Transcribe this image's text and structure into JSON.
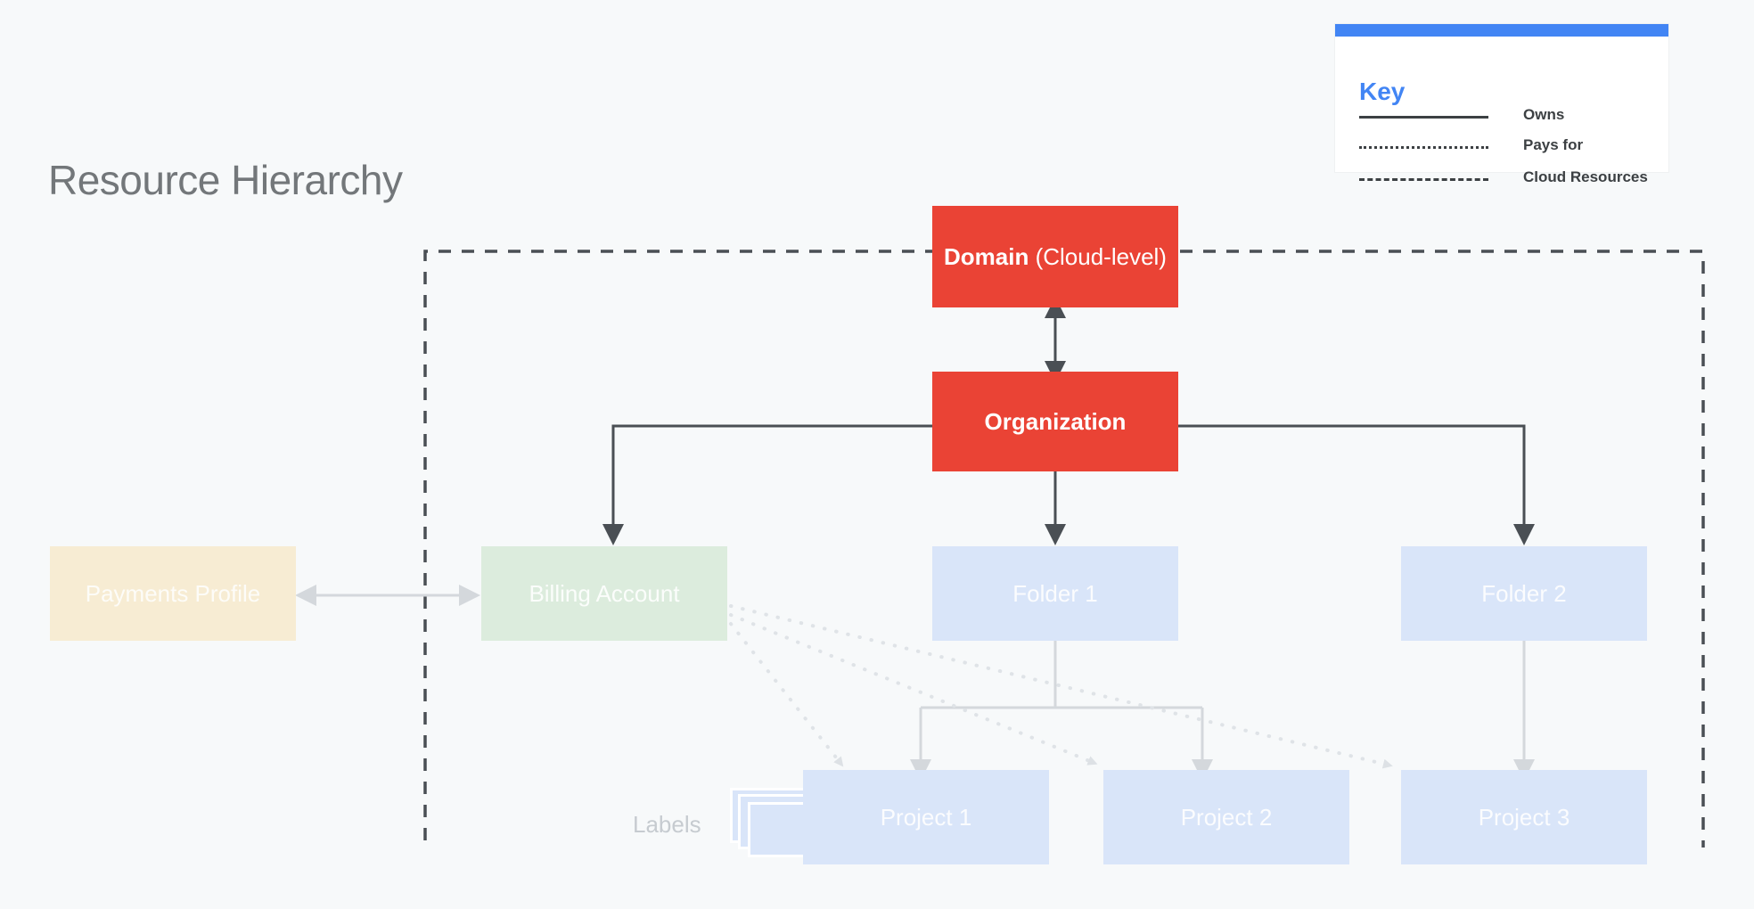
{
  "page": {
    "title": "Resource Hierarchy",
    "background_color": "#f7f9fa",
    "title_color": "#73777a"
  },
  "key_panel": {
    "title": "Key",
    "title_color": "#4285f4",
    "topbar_color": "#4285f4",
    "background_color": "#ffffff",
    "rows": [
      {
        "style": "solid",
        "label": "Owns"
      },
      {
        "style": "dotted",
        "label": "Pays for"
      },
      {
        "style": "dashed",
        "label": "Cloud Resources"
      }
    ]
  },
  "diagram": {
    "type": "hierarchy",
    "boundary": {
      "name": "Cloud Resources",
      "style": "dashed",
      "color": "#4a4f54"
    },
    "nodes": [
      {
        "id": "domain",
        "label_bold": "Domain",
        "label_thin": " (Cloud-level)",
        "color": "#ea4335",
        "text_color": "#ffffff",
        "tier": "cloud"
      },
      {
        "id": "organization",
        "label": "Organization",
        "color": "#ea4335",
        "text_color": "#ffffff",
        "tier": "root"
      },
      {
        "id": "payments-profile",
        "label": "Payments Profile",
        "color": "#f7ecd3",
        "text_color": "#fdfcf8",
        "tier": "billing",
        "inside_boundary": false
      },
      {
        "id": "billing-account",
        "label": "Billing Account",
        "color": "#dcecdd",
        "text_color": "#fbfdfb",
        "tier": "billing",
        "inside_boundary": true
      },
      {
        "id": "folder-1",
        "label": "Folder 1",
        "color": "#d9e5f9",
        "text_color": "#fbfcfe",
        "tier": "folder"
      },
      {
        "id": "folder-2",
        "label": "Folder 2",
        "color": "#d9e5f9",
        "text_color": "#fbfcfe",
        "tier": "folder"
      },
      {
        "id": "project-1",
        "label": "Project 1",
        "color": "#d9e5f9",
        "text_color": "#fbfcfe",
        "tier": "project"
      },
      {
        "id": "project-2",
        "label": "Project 2",
        "color": "#d9e5f9",
        "text_color": "#fbfcfe",
        "tier": "project"
      },
      {
        "id": "project-3",
        "label": "Project 3",
        "color": "#d9e5f9",
        "text_color": "#fbfcfe",
        "tier": "project"
      }
    ],
    "labels_group": {
      "caption": "Labels",
      "caption_color": "#c6cbd0",
      "card_count": 3,
      "card_color": "#d9e5f9"
    },
    "edges": [
      {
        "from": "domain",
        "to": "organization",
        "style": "solid",
        "arrows": "both",
        "relation": "Owns",
        "color": "#4a4f54"
      },
      {
        "from": "organization",
        "to": "billing-account",
        "style": "solid",
        "arrows": "end",
        "relation": "Owns",
        "color": "#4a4f54"
      },
      {
        "from": "organization",
        "to": "folder-1",
        "style": "solid",
        "arrows": "end",
        "relation": "Owns",
        "color": "#4a4f54"
      },
      {
        "from": "organization",
        "to": "folder-2",
        "style": "solid",
        "arrows": "end",
        "relation": "Owns",
        "color": "#4a4f54"
      },
      {
        "from": "payments-profile",
        "to": "billing-account",
        "style": "solid",
        "arrows": "both",
        "relation": "Owns",
        "color": "#d4d8dc"
      },
      {
        "from": "folder-1",
        "to": "project-1",
        "style": "solid",
        "arrows": "end",
        "relation": "Owns",
        "color": "#d4d8dc"
      },
      {
        "from": "folder-1",
        "to": "project-2",
        "style": "solid",
        "arrows": "end",
        "relation": "Owns",
        "color": "#d4d8dc"
      },
      {
        "from": "folder-2",
        "to": "project-3",
        "style": "solid",
        "arrows": "end",
        "relation": "Owns",
        "color": "#d4d8dc"
      },
      {
        "from": "billing-account",
        "to": "project-1",
        "style": "dotted",
        "arrows": "end",
        "relation": "Pays for",
        "color": "#dfe3e7"
      },
      {
        "from": "billing-account",
        "to": "project-2",
        "style": "dotted",
        "arrows": "end",
        "relation": "Pays for",
        "color": "#dfe3e7"
      },
      {
        "from": "billing-account",
        "to": "project-3",
        "style": "dotted",
        "arrows": "end",
        "relation": "Pays for",
        "color": "#dfe3e7"
      }
    ]
  }
}
